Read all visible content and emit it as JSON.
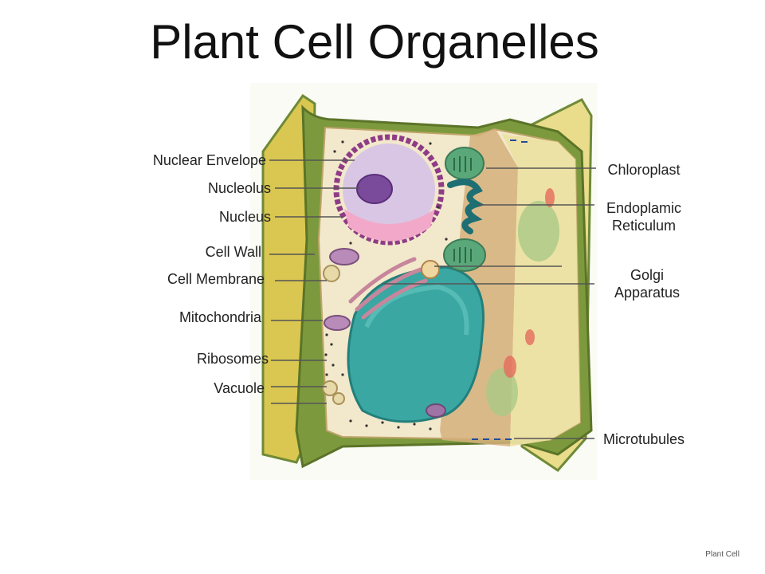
{
  "title": "Plant Cell Organelles",
  "labels_left": {
    "nuclear_envelope": "Nuclear Envelope",
    "nucleolus": "Nucleolus",
    "nucleus": "Nucleus",
    "cell_wall": "Cell Wall",
    "cell_membrane": "Cell Membrane",
    "mitochondria": "Mitochondria",
    "ribosomes": "Ribosomes",
    "vacuole": "Vacuole"
  },
  "labels_right": {
    "chloroplast": "Chloroplast",
    "er_line1": "Endoplamic",
    "er_line2": "Reticulum",
    "golgi_line1": "Golgi",
    "golgi_line2": "Apparatus",
    "microtubules": "Microtubules"
  },
  "footer": "Plant Cell",
  "colors": {
    "cell_wall_green": "#6f8a3a",
    "wall_yellow": "#d7c24e",
    "cytoplasm": "#f3ead0",
    "vacuole_teal": "#39a6a2",
    "nucleus_purple": "#b79bc9",
    "chloroplast_green": "#59a77a"
  }
}
